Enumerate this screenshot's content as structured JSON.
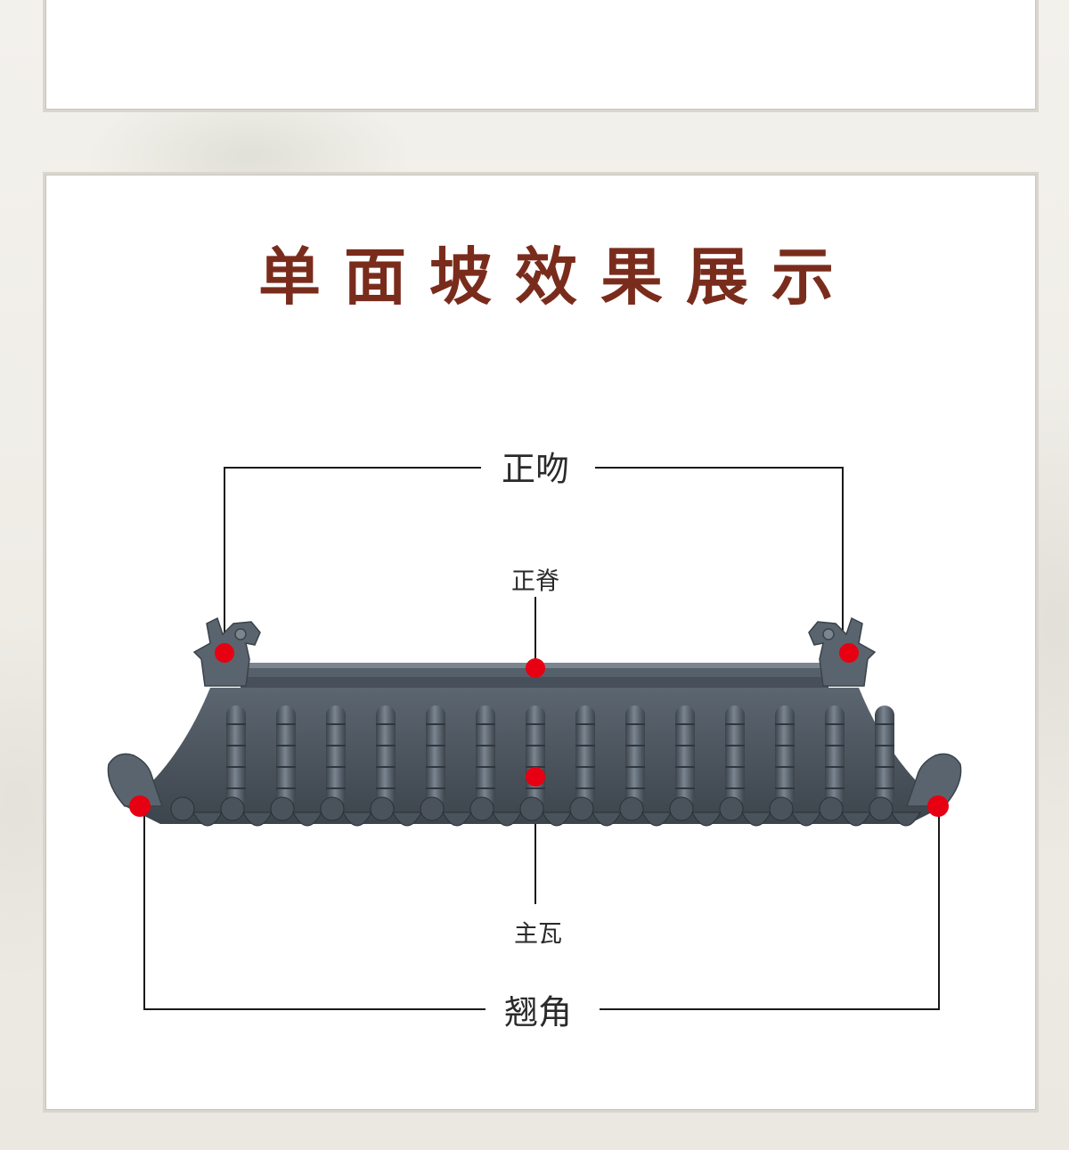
{
  "title": "单面坡效果展示",
  "labels": {
    "zhengwen": "正吻",
    "zhengji": "正脊",
    "zhuwa": "主瓦",
    "qiaojiao": "翘角"
  },
  "colors": {
    "title": "#7a2c1c",
    "marker": "#e60012",
    "line": "#1a1a1a",
    "roof": "#4f5962",
    "roof_dark": "#2f363d",
    "roof_light": "#6d7882"
  }
}
